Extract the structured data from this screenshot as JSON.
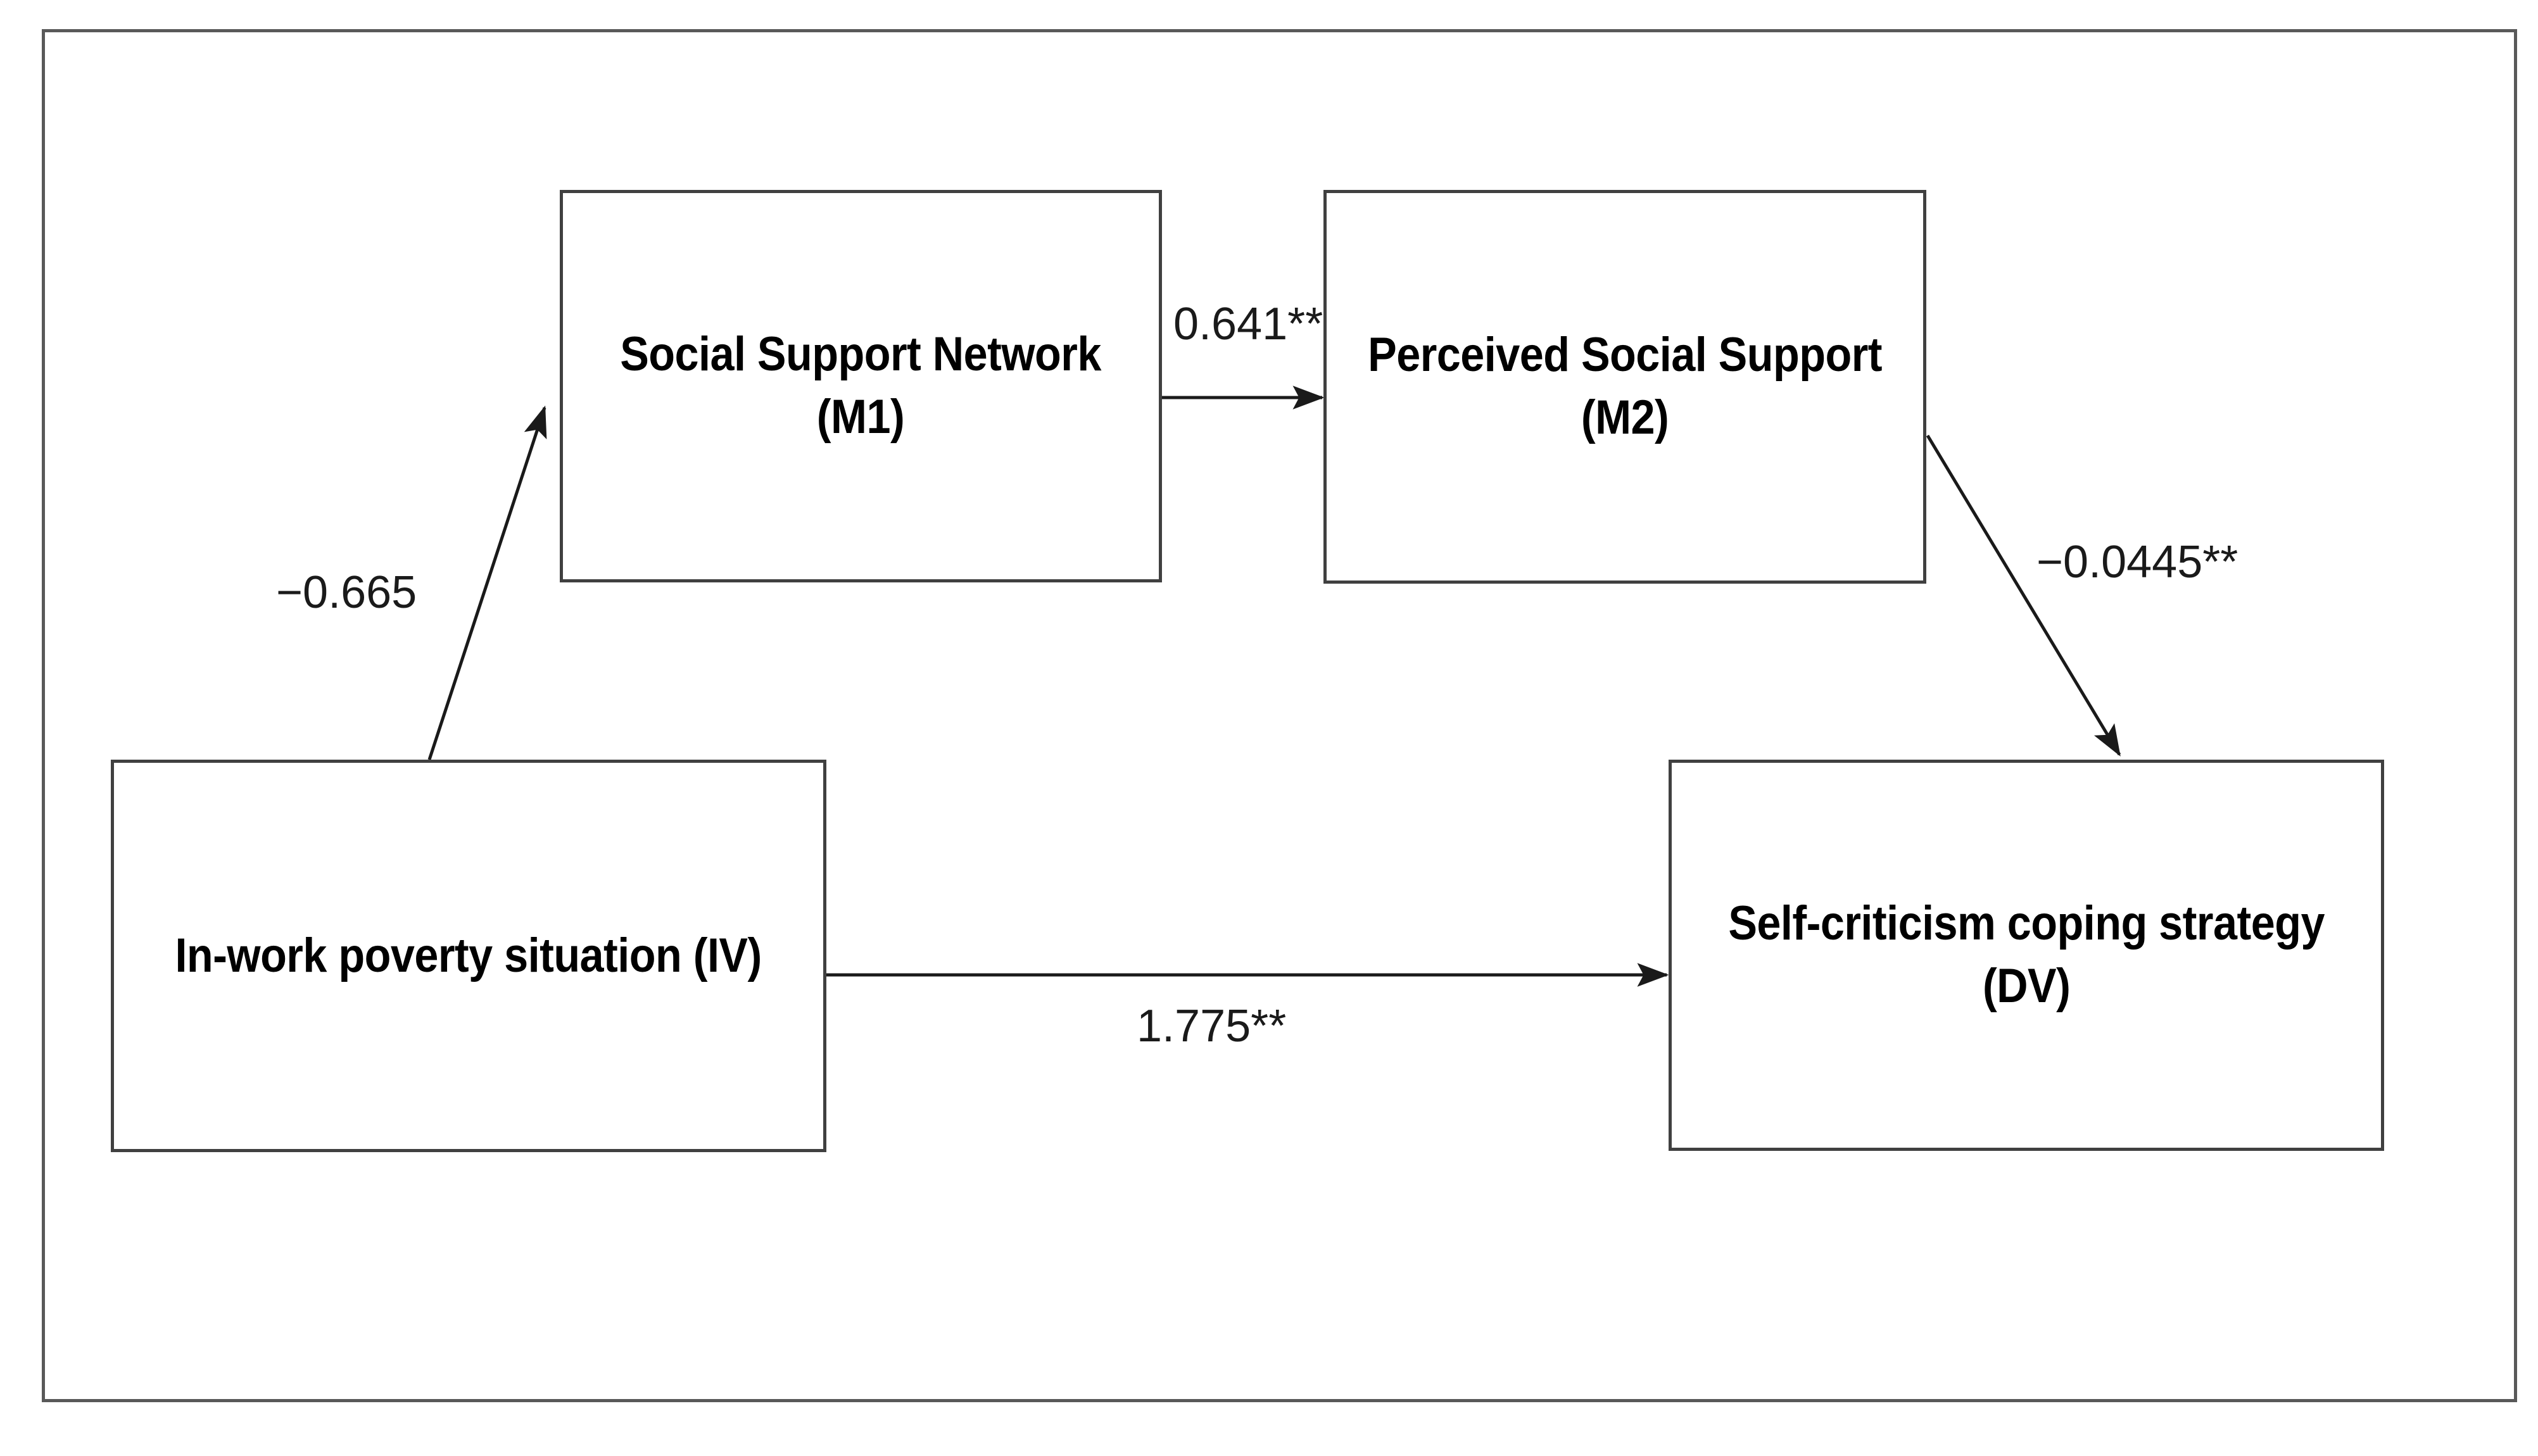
{
  "figure": {
    "type": "serial-mediation-path-diagram",
    "frame_color": "#595959",
    "box_border_color": "#404040",
    "background": "#ffffff"
  },
  "nodes": [
    {
      "id": "iv",
      "role": "independent-variable",
      "label": "In-work poverty situation (IV)",
      "tag": "IV"
    },
    {
      "id": "m1",
      "role": "first-mediator",
      "label": "Social Support Network\n(M1)",
      "tag": "M1"
    },
    {
      "id": "m2",
      "role": "second-mediator",
      "label": "Perceived Social Support\n(M2)",
      "tag": "M2"
    },
    {
      "id": "dv",
      "role": "dependent-variable",
      "label": "Self-criticism coping strategy\n(DV)",
      "tag": "DV"
    }
  ],
  "edges": [
    {
      "id": "iv-to-m1",
      "from": "iv",
      "to": "m1",
      "coefficient": "−0.665",
      "significance": "",
      "value": -0.665,
      "significant": false
    },
    {
      "id": "m1-to-m2",
      "from": "m1",
      "to": "m2",
      "coefficient": "0.641**",
      "significance": "**",
      "value": 0.641,
      "significant": true
    },
    {
      "id": "m2-to-dv",
      "from": "m2",
      "to": "dv",
      "coefficient": "−0.0445**",
      "significance": "**",
      "value": -0.0445,
      "significant": true
    },
    {
      "id": "iv-to-dv",
      "from": "iv",
      "to": "dv",
      "coefficient": "1.775**",
      "significance": "**",
      "value": 1.775,
      "significant": true
    }
  ]
}
